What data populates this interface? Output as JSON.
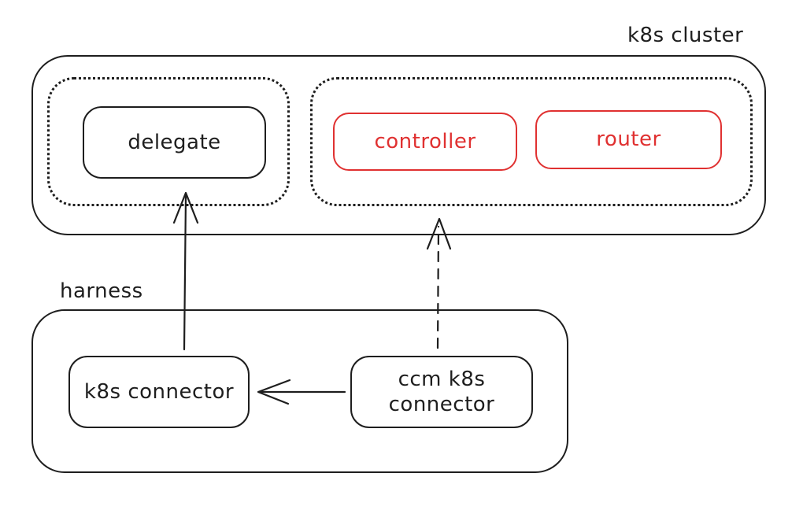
{
  "diagram": {
    "cluster": {
      "label": "k8s cluster",
      "nodes": {
        "delegate": {
          "label": "delegate"
        },
        "controller": {
          "label": "controller"
        },
        "router": {
          "label": "router"
        }
      }
    },
    "harness": {
      "label": "harness",
      "nodes": {
        "k8s_connector": {
          "label": "k8s connector"
        },
        "ccm_k8s_connector": {
          "label_line1": "ccm k8s",
          "label_line2": "connector"
        }
      }
    },
    "edges": [
      {
        "from": "k8s connector",
        "to": "delegate",
        "style": "solid",
        "direction": "up"
      },
      {
        "from": "ccm k8s connector",
        "to": "controller-router zone",
        "style": "dashed",
        "direction": "up"
      },
      {
        "from": "ccm k8s connector",
        "to": "k8s connector",
        "style": "solid",
        "direction": "left"
      }
    ],
    "colors": {
      "stroke": "#1e1e1e",
      "accent_red": "#e03131",
      "background": "#ffffff"
    }
  }
}
